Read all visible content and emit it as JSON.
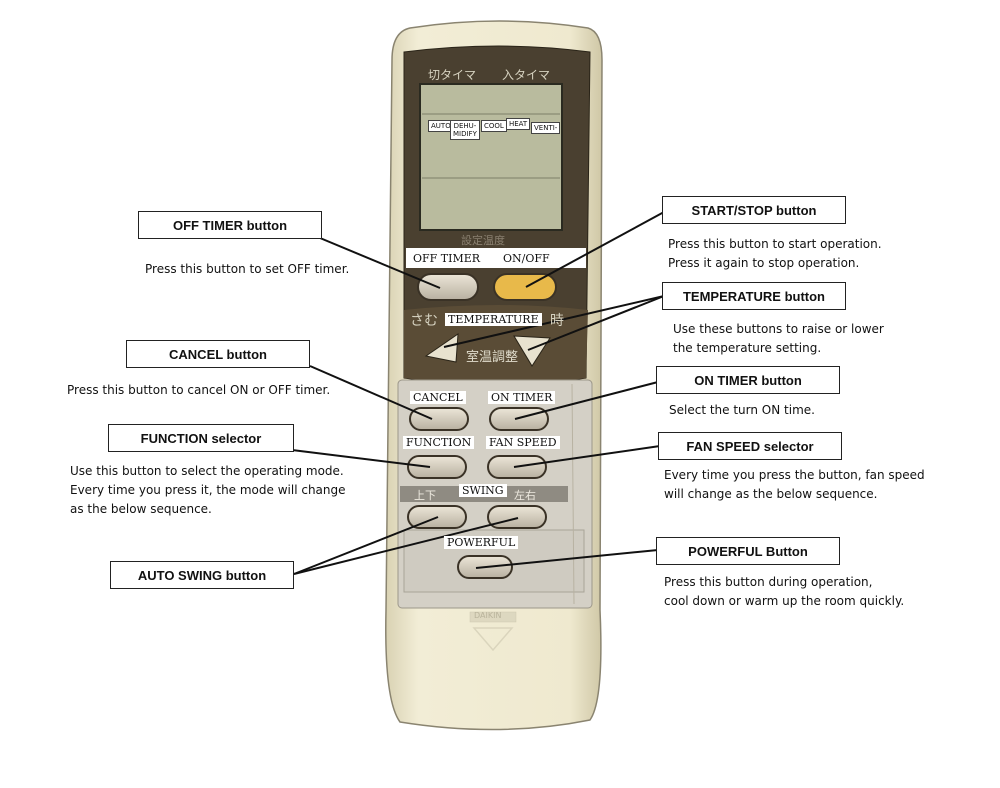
{
  "remote": {
    "lcd_top_labels": [
      "切タイマ",
      "入タイマ"
    ],
    "modes": [
      {
        "label": "AUTO"
      },
      {
        "label": "DEHU-\nMIDIFY"
      },
      {
        "label": "COOL"
      },
      {
        "label": "HEAT"
      },
      {
        "label": "VENTI-"
      }
    ],
    "set_temp_jp": "設定温度",
    "off_timer": "OFF TIMER",
    "on_off": "ON/OFF",
    "temperature": "TEMPERATURE",
    "temp_jp_left": "さむ",
    "temp_jp_right": "時",
    "room_temp_jp": "室温調整",
    "cancel": "CANCEL",
    "on_timer": "ON TIMER",
    "function": "FUNCTION",
    "fan_speed": "FAN SPEED",
    "swing_vert_jp": "上下",
    "swing": "SWING",
    "swing_horz_jp": "左右",
    "powerful": "POWERFUL",
    "brand": "DAIKIN",
    "colors": {
      "body": "#efe9cf",
      "panel_dark": "#4a4030",
      "lcd": "#b9bb9e",
      "start_button": "#e8b94a"
    }
  },
  "callouts": {
    "off_timer": {
      "title": "OFF TIMER button",
      "desc": [
        "Press this button to set OFF timer."
      ]
    },
    "start_stop": {
      "title": "START/STOP button",
      "desc": [
        "Press this button to start operation.",
        "Press it again to stop operation."
      ]
    },
    "temperature": {
      "title": "TEMPERATURE button",
      "desc": [
        "Use these buttons to raise or lower",
        "the temperature setting."
      ]
    },
    "cancel": {
      "title": "CANCEL button",
      "desc": [
        "Press this button to cancel ON or OFF timer."
      ]
    },
    "on_timer": {
      "title": "ON TIMER button",
      "desc": [
        "Select the turn ON time."
      ]
    },
    "function": {
      "title": "FUNCTION selector",
      "desc": [
        "Use this button to select the operating mode.",
        "Every time you press it, the mode will change",
        "as the below sequence."
      ]
    },
    "fan_speed": {
      "title": "FAN SPEED selector",
      "desc": [
        "Every time you press the button, fan speed",
        "will change as the below sequence."
      ]
    },
    "auto_swing": {
      "title": "AUTO SWING button",
      "desc": []
    },
    "powerful": {
      "title": "POWERFUL Button",
      "desc": [
        "Press this button during operation,",
        "cool down or warm up the room quickly."
      ]
    }
  }
}
